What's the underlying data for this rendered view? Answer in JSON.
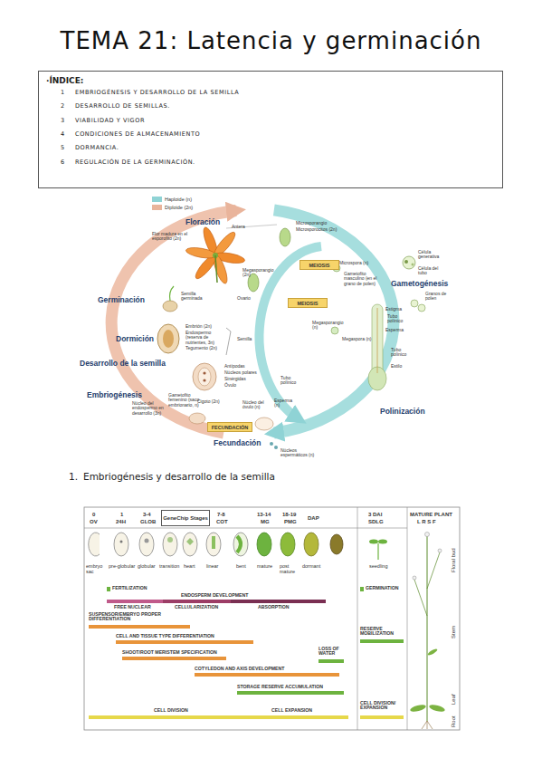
{
  "diagram": {
    "title": "TEMA 21: Latencia y germinación",
    "nodes": [
      {
        "text": [
          "·ÍNDICE:",
          "1",
          "EMBRIOGÉNESIS Y DESARROLLO DE LA SEMILLA",
          "2",
          "DESARROLLO DE SEMILLAS.",
          "3",
          "VIABILIDAD Y VIGOR",
          "4",
          "CONDICIONES DE ALMACENAMIENTO",
          "5",
          "DORMANCIA.",
          "6",
          "REGULACIÓN DE LA GERMINACIÓN."
        ]
      },
      {
        "text": [
          "MEIOSIS"
        ]
      },
      {
        "text": [
          "MEIOSIS"
        ]
      },
      {
        "text": [
          "FECUNDACIÓN"
        ]
      },
      {
        "text": [
          "GeneChip Stages"
        ]
      }
    ],
    "labels": [
      "Floración",
      "Antera",
      "Flor madura en el esporofito (2n)",
      "Microsporangio",
      "Microsporocitos (2n)",
      "Megasporangio (2n)",
      "Ovario",
      "Microspora (n)",
      "Gametofito masculino (en el grano de polen)",
      "Célula generativa",
      "Célula del tubo",
      "Gametogénesis",
      "Granos de polen",
      "Estigma",
      "Tubo polínico",
      "Esperma",
      "Megasporangio (n)",
      "Megaspora (n)",
      "Tubo polínico",
      "Estilo",
      "Polinización",
      "Germinación",
      "Semilla germinada",
      "Embrión (2n)",
      "Endospermo (reserva de nutrientes, 3n)",
      "Tegumento (2n)",
      "Semilla",
      "Dormición",
      "Desarrollo de la semilla",
      "Embriogénesis",
      "Gametofito femenino (saco embrionario, n)",
      "Antípodas",
      "Núcleos polares",
      "Sinérgidas",
      "Óvulo",
      "Tubo polínico",
      "Esperma (n)",
      "Núcleo del endospermo en desarrollo (3n)",
      "Cigoto (2n)",
      "Núcleo del óvulo (n)",
      "Fecundación",
      "Núcleos espermáticos (n)",
      "1.",
      "Embriogénesis y desarrollo de la semilla",
      "0",
      "OV",
      "1",
      "24H",
      "3-4",
      "GLOB",
      "7-8",
      "COT",
      "13-14",
      "MG",
      "18-19",
      "PMG",
      "DAP",
      "3 DAI",
      "SDLG",
      "MATURE PLANT",
      "L R S F",
      "embryo sac",
      "pre-globular",
      "globular",
      "transition",
      "heart",
      "linear",
      "bent",
      "mature",
      "post mature",
      "dormant",
      "seedling",
      "FERTILIZATION",
      "ENDOSPERM DEVELOPMENT",
      "FREE NUCLEAR",
      "CELLULARIZATION",
      "ABSORPTION",
      "SUSPENSOR/EMBRYO PROPER DIFFERENTIATION",
      "CELL AND TISSUE TYPE DIFFERENTIATION",
      "SHOOT/ROOT MERISTEM SPECIFICATION",
      "LOSS OF WATER",
      "COTYLEDON AND AXIS DEVELOPMENT",
      "STORAGE RESERVE ACCUMULATION",
      "CELL DIVISION",
      "CELL EXPANSION",
      "GERMINATION",
      "RESERVE MOBILIZATION",
      "CELL DIVISION/ EXPANSION",
      "Floral bud",
      "Stem",
      "Leaf",
      "Root"
    ],
    "legend": [
      {
        "text": "Haploide (n)",
        "color": "#8fd3d5"
      },
      {
        "text": "Diploide (2n)",
        "color": "#e9b49b"
      }
    ]
  }
}
